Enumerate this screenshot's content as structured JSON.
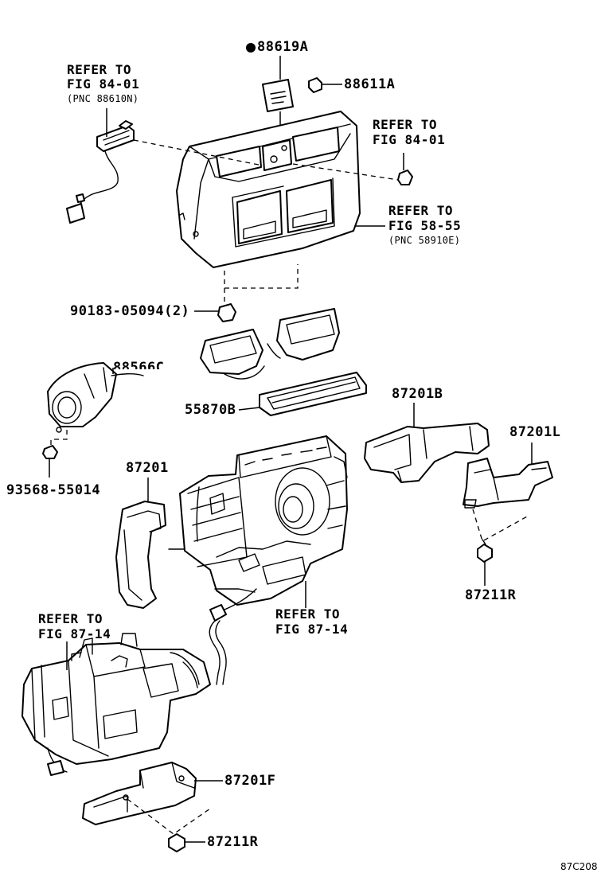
{
  "labels": {
    "p88619a": "88619A",
    "p88611a": "88611A",
    "refer_84_left": [
      "REFER TO",
      "FIG 84-01",
      "(PNC 88610N)"
    ],
    "refer_84_right": [
      "REFER TO",
      "FIG 84-01"
    ],
    "refer_58": [
      "REFER TO",
      "FIG 58-55",
      "(PNC 58910E)"
    ],
    "p90183": "90183-05094(2)",
    "p88566": "88566C",
    "p55870b": "55870B",
    "p87201b": "87201B",
    "p87201l": "87201L",
    "p93568": "93568-55014",
    "p87201": "87201",
    "p87211r_right": "87211R",
    "refer_87_mid": [
      "REFER TO",
      "FIG 87-14"
    ],
    "refer_87_left": [
      "REFER TO",
      "FIG 87-14"
    ],
    "p87201f": "87201F",
    "p87211r_bottom": "87211R",
    "figure_code": "87C208"
  },
  "icons": {
    "new_part_marker": "filled-circle-icon"
  }
}
